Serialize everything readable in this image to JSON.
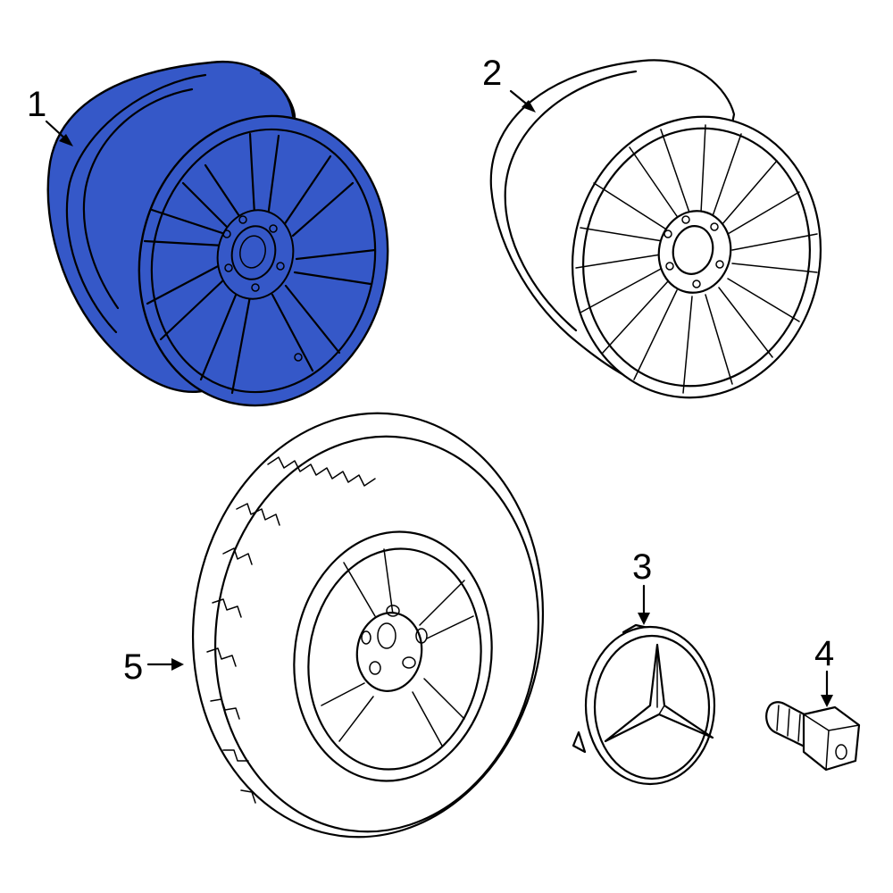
{
  "parts": [
    {
      "id": "wheel-1",
      "callout": "1",
      "highlighted": true
    },
    {
      "id": "wheel-2",
      "callout": "2",
      "highlighted": false
    },
    {
      "id": "center-cap",
      "callout": "3",
      "highlighted": false
    },
    {
      "id": "lug-bolt",
      "callout": "4",
      "highlighted": false
    },
    {
      "id": "tire-wheel-assembly",
      "callout": "5",
      "highlighted": false
    }
  ],
  "colors": {
    "highlight": "#3558c8",
    "line": "#000000",
    "background": "#ffffff"
  }
}
